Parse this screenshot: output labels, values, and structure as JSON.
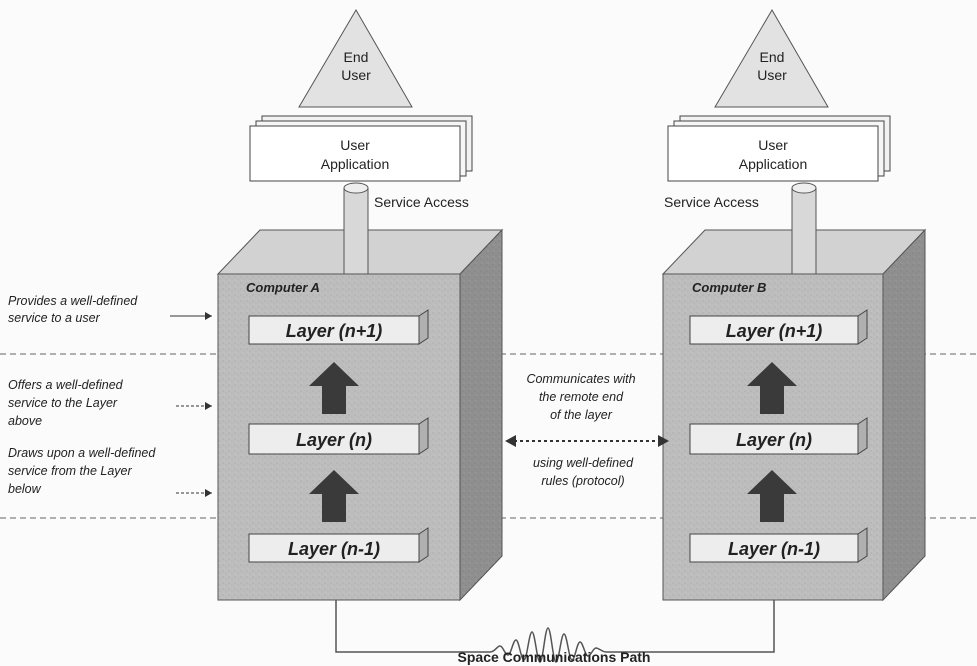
{
  "end_user_label_line1": "End",
  "end_user_label_line2": "User",
  "user_application_line1": "User",
  "user_application_line2": "Application",
  "service_access": "Service Access",
  "computer_a": "Computer A",
  "computer_b": "Computer B",
  "layers": {
    "top": "Layer (n+1)",
    "middle": "Layer (n)",
    "bottom": "Layer (n-1)"
  },
  "annotations_left": {
    "provides": [
      "Provides a well-defined",
      "service to a user"
    ],
    "offers": [
      "Offers a well-defined",
      "service to the Layer",
      "above"
    ],
    "draws": [
      "Draws upon a well-defined",
      "service from the Layer",
      "below"
    ]
  },
  "annotations_center": {
    "communicates": [
      "Communicates with",
      "the remote end",
      "of the layer"
    ],
    "rules": [
      "using well-defined",
      "rules (protocol)"
    ]
  },
  "path_label": "Space Communications Path",
  "colors": {
    "cube_front": "#bdbdbd",
    "cube_side": "#8f8f8f",
    "cube_top": "#d2d2d2",
    "layer_bar": "#ededed",
    "arrow": "#3a3a3a",
    "line": "#555555"
  }
}
